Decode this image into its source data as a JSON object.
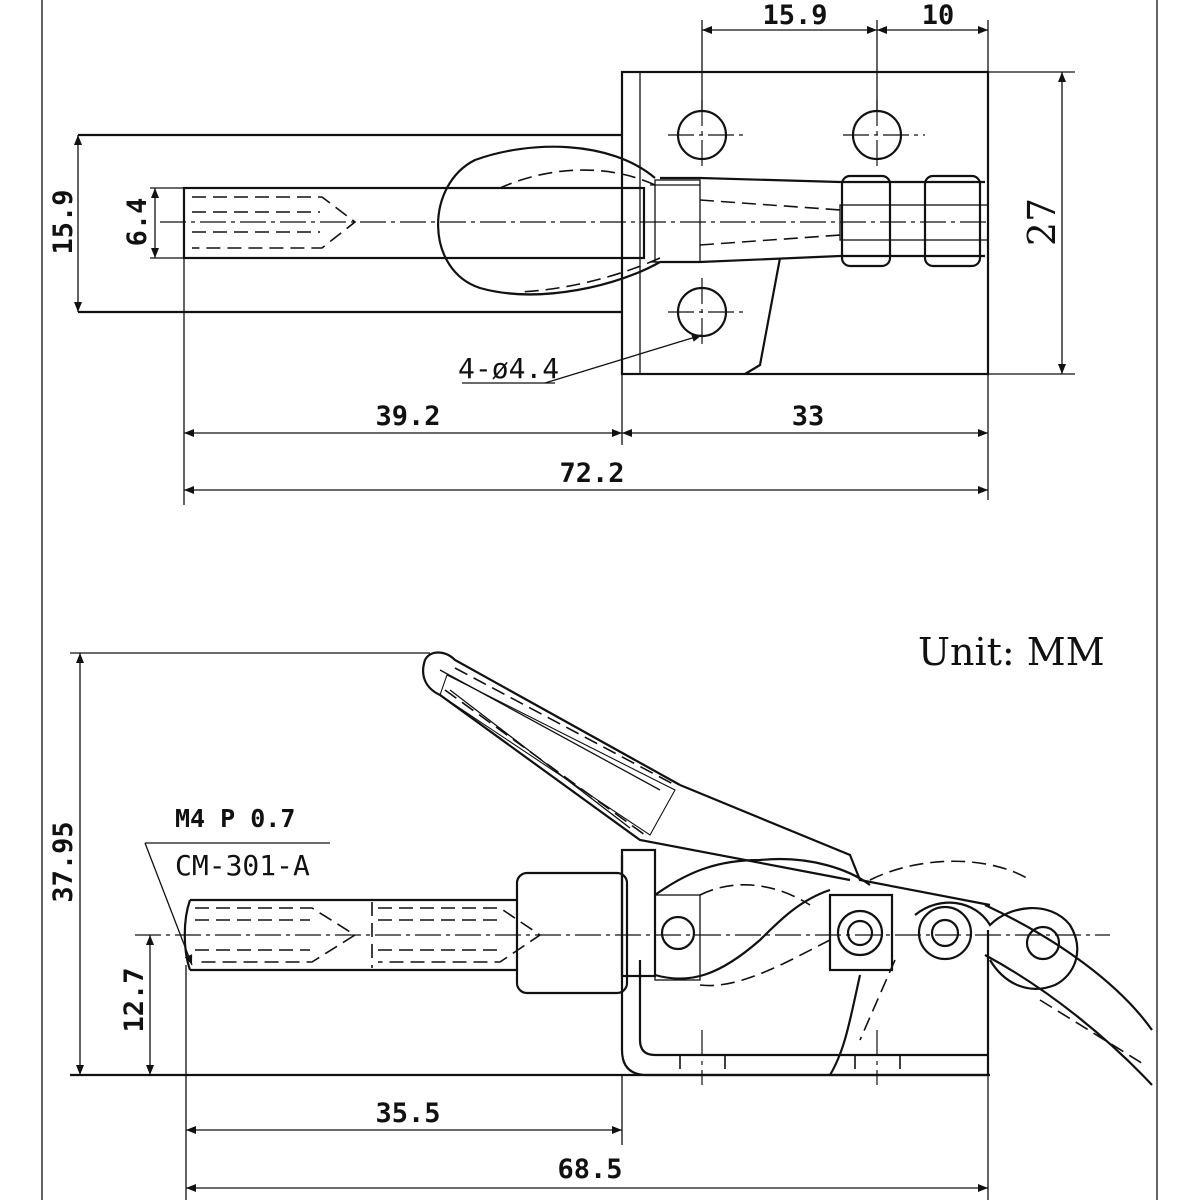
{
  "top_view": {
    "dim_hole_spacing_a": "15.9",
    "dim_hole_spacing_b": "10",
    "dim_base_height": "27",
    "dim_handle_width": "15.9",
    "dim_plunger_diameter": "6.4",
    "hole_callout": "4-ø4.4",
    "dim_plunger_extension": "39.2",
    "dim_base_length": "33",
    "dim_overall_length": "72.2"
  },
  "side_view": {
    "unit_label": "Unit: MM",
    "thread_spec": "M4 P 0.7",
    "model_code": "CM-301-A",
    "dim_overall_height": "37.95",
    "dim_plunger_height": "12.7",
    "dim_plunger_extension": "35.5",
    "dim_overall_length": "68.5"
  }
}
